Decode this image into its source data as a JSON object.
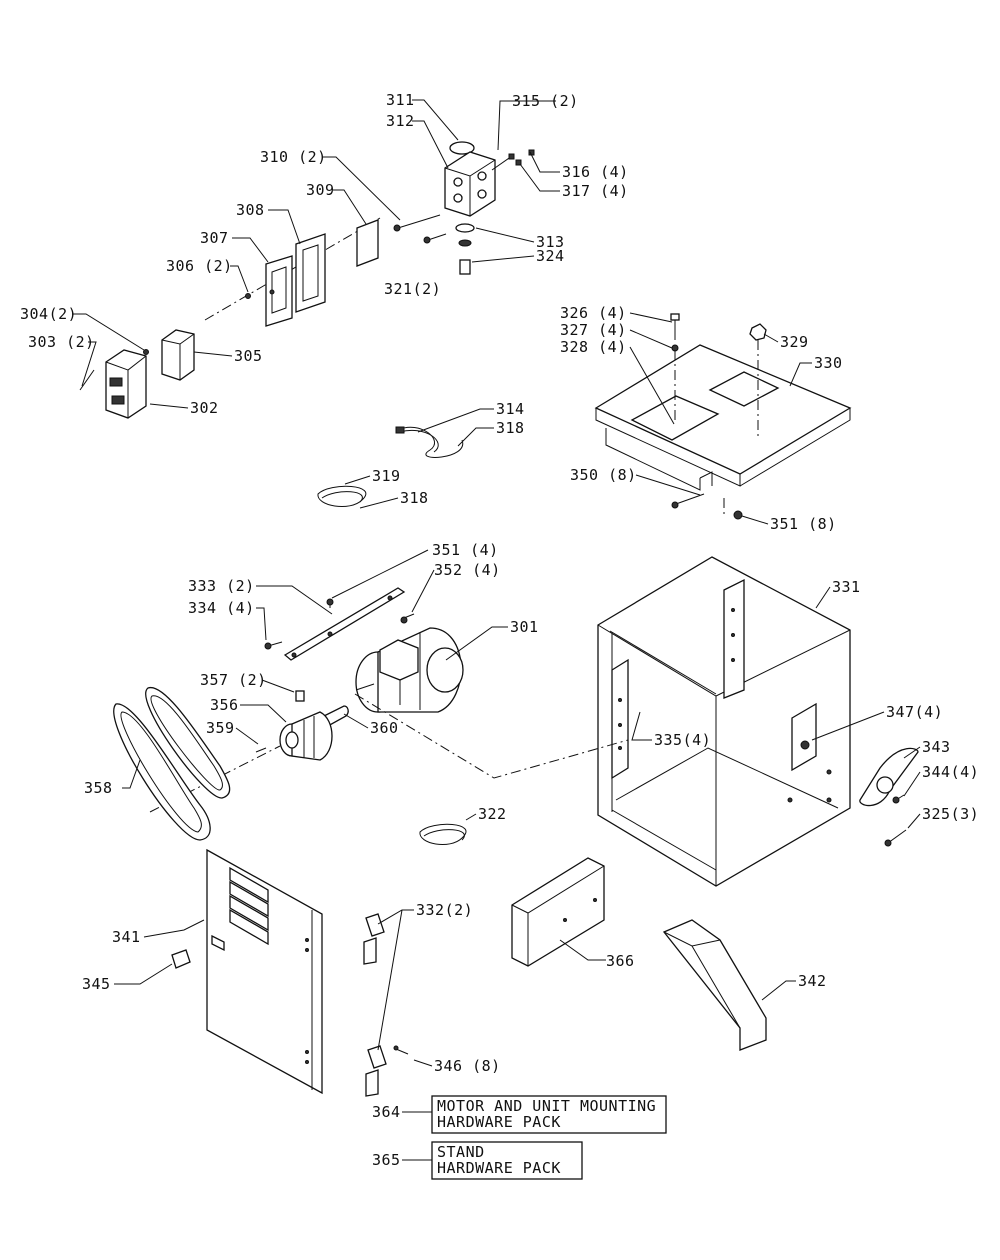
{
  "parts": {
    "p301": "301",
    "p302": "302",
    "p303": "303 (2)",
    "p304": "304(2)",
    "p305": "305",
    "p306": "306 (2)",
    "p307": "307",
    "p308": "308",
    "p309": "309",
    "p310": "310 (2)",
    "p311": "311",
    "p312": "312",
    "p313": "313",
    "p314": "314",
    "p315": "315 (2)",
    "p316": "316 (4)",
    "p317": "317 (4)",
    "p318a": "318",
    "p318b": "318",
    "p319": "319",
    "p321": "321(2)",
    "p322": "322",
    "p324": "324",
    "p325": "325(3)",
    "p326": "326 (4)",
    "p327": "327 (4)",
    "p328": "328 (4)",
    "p329": "329",
    "p330": "330",
    "p331": "331",
    "p332": "332(2)",
    "p333": "333 (2)",
    "p334": "334 (4)",
    "p335": "335(4)",
    "p341": "341",
    "p342": "342",
    "p343": "343",
    "p344": "344(4)",
    "p345": "345",
    "p346": "346 (8)",
    "p347": "347(4)",
    "p350": "350 (8)",
    "p351a": "351 (8)",
    "p351b": "351 (4)",
    "p352": "352 (4)",
    "p356": "356",
    "p357": "357 (2)",
    "p358": "358",
    "p359": "359",
    "p360": "360",
    "p364": "364",
    "p365": "365",
    "p366": "366"
  },
  "packs": {
    "motor_line1": "MOTOR AND UNIT MOUNTING",
    "motor_line2": "HARDWARE PACK",
    "stand_line1": "STAND",
    "stand_line2": "HARDWARE PACK"
  },
  "colors": {
    "ink": "#111111",
    "paper": "#ffffff"
  }
}
